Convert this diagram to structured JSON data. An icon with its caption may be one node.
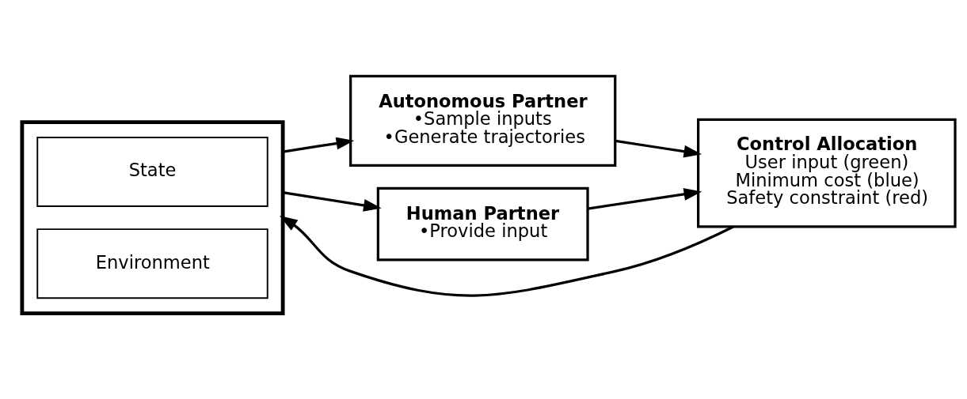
{
  "diagram": {
    "nodes": [
      {
        "text": [],
        "shape": "box"
      },
      {
        "text": [
          "State"
        ],
        "in": 0
      },
      {
        "text": [
          "Environment"
        ],
        "in": 0
      },
      {
        "text": [
          "Autonomous Partner",
          "•Sample inputs",
          "•Generate trajectories"
        ]
      },
      {
        "text": [
          "Human Partner",
          "•Provide input"
        ]
      },
      {
        "text": [
          "Control Allocation",
          "User input (green)",
          "Minimum cost (blue)",
          "Safety constraint (red)"
        ]
      }
    ],
    "edges": [
      {
        "from": 0,
        "to": 3,
        "arrow": "to"
      },
      {
        "from": 0,
        "to": 4,
        "arrow": "to"
      },
      {
        "from": 3,
        "to": 5,
        "arrow": "to"
      },
      {
        "from": 4,
        "to": 5,
        "arrow": "to"
      },
      {
        "from": 5,
        "to": 0,
        "arrow": "to"
      }
    ]
  }
}
